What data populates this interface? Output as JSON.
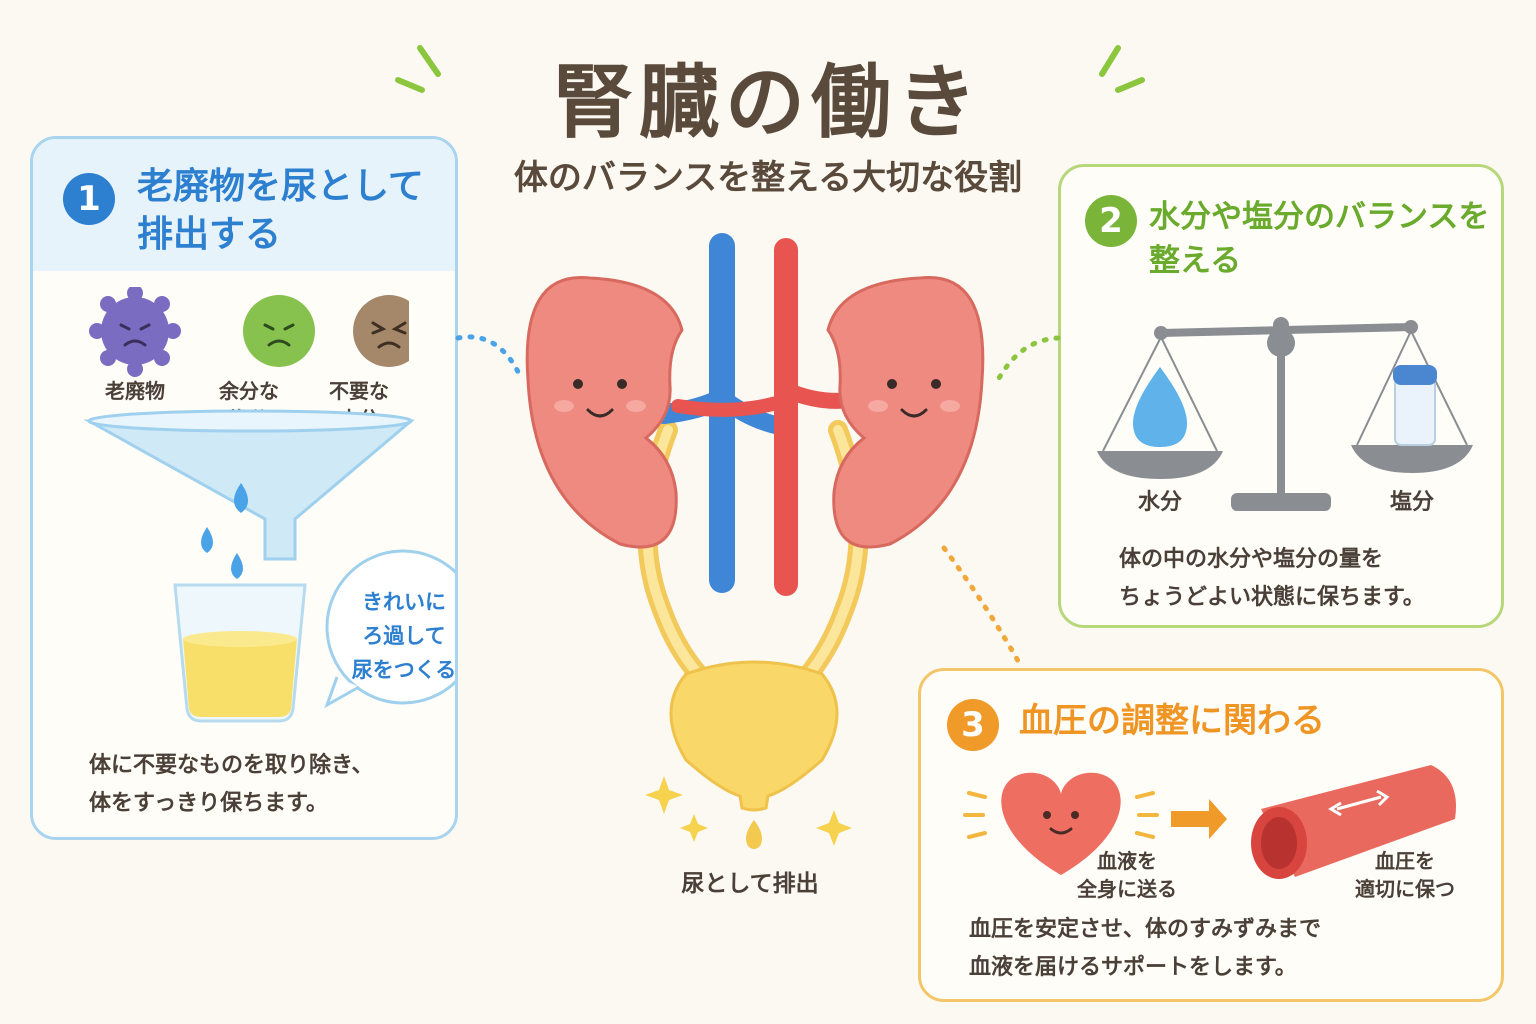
{
  "title": "腎臓の働き",
  "subtitle": "体のバランスを整える大切な役割",
  "colors": {
    "blue": "#2d7fd0",
    "green": "#7ab53a",
    "orange": "#f09a2a",
    "kidney": "#ee8a80",
    "artery": "#e8544f",
    "vein": "#3f86d6",
    "ureter": "#f6d66f"
  },
  "card1": {
    "number": "1",
    "heading_line1": "老廃物を尿として",
    "heading_line2": "排出する",
    "items": [
      {
        "label": "老廃物",
        "icon": "waste-germ-icon"
      },
      {
        "label1": "余分な",
        "label2": "塩分",
        "icon": "salt-face-icon"
      },
      {
        "label1": "不要な",
        "label2": "水分",
        "icon": "water-face-icon"
      }
    ],
    "bubble": [
      "きれいに",
      "ろ過して",
      "尿をつくる"
    ],
    "body": [
      "体に不要なものを取り除き、",
      "体をすっきり保ちます。"
    ]
  },
  "card2": {
    "number": "2",
    "heading_line1": "水分や塩分のバランスを",
    "heading_line2": "整える",
    "left_label": "水分",
    "right_label": "塩分",
    "body": [
      "体の中の水分や塩分の量を",
      "ちょうどよい状態に保ちます。"
    ]
  },
  "card3": {
    "number": "3",
    "heading": "血圧の調整に関わる",
    "heart_caption": [
      "血液を",
      "全身に送る"
    ],
    "vessel_caption": [
      "血圧を",
      "適切に保つ"
    ],
    "body": [
      "血圧を安定させ、体のすみずみまで",
      "血液を届けるサポートをします。"
    ]
  },
  "center": {
    "caption": "尿として排出"
  }
}
